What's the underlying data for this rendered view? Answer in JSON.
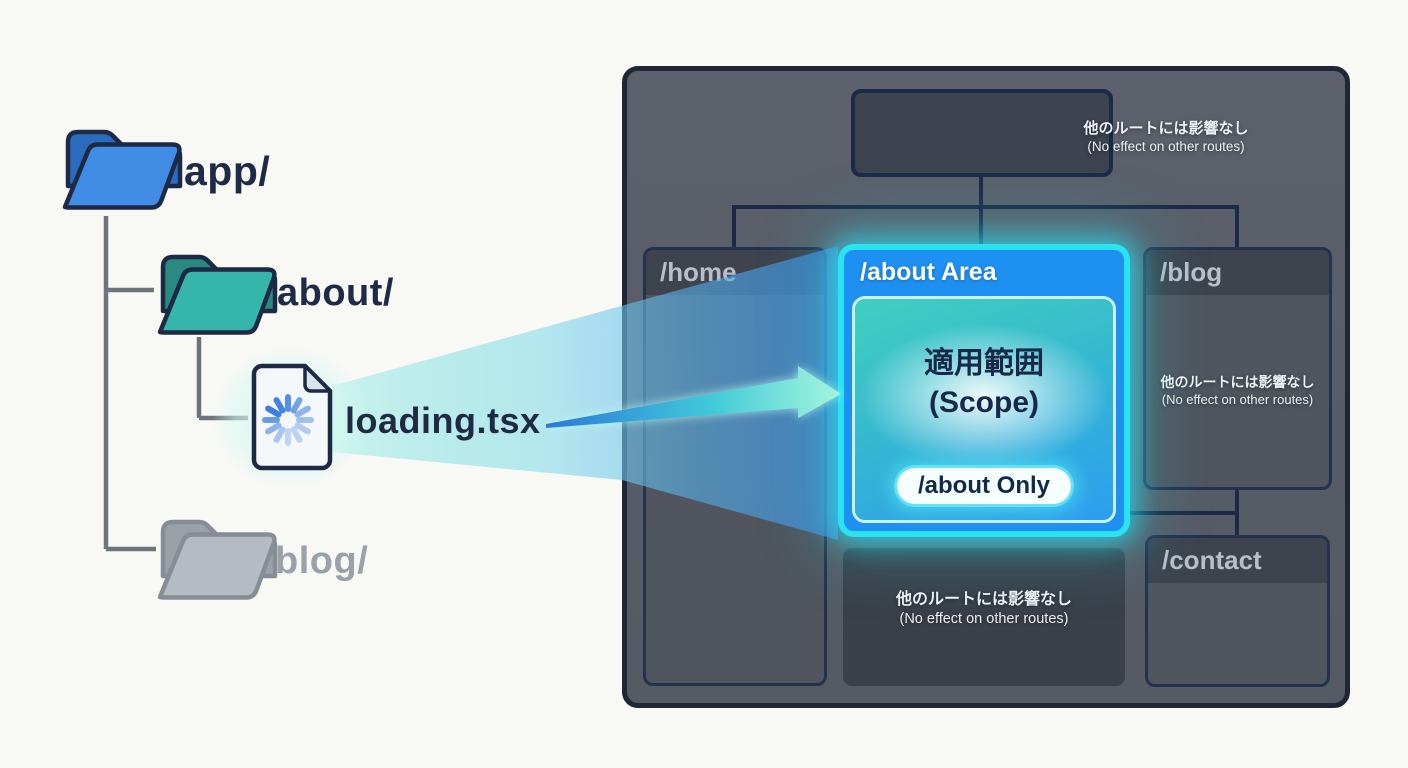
{
  "tree": {
    "app_label": "app/",
    "about_label": "about/",
    "loading_label": "loading.tsx",
    "blog_label": "blog/"
  },
  "panel": {
    "top_note_jp": "他のルートには影響なし",
    "top_note_en": "(No effect on other routes)",
    "home_label": "/home",
    "about_area_label": "/about Area",
    "scope_jp": "適用範囲",
    "scope_en": "(Scope)",
    "about_only_label": "/about Only",
    "blog_label": "/blog",
    "blog_note_jp": "他のルートには影響なし",
    "blog_note_en": "(No effect on other routes)",
    "below_about_note_jp": "他のルートには影響なし",
    "below_about_note_en": "(No effect on other routes)",
    "contact_label": "/contact"
  },
  "icons": {
    "app_folder": "blue-folder-icon",
    "about_folder": "teal-folder-icon",
    "blog_folder": "gray-folder-icon",
    "loading_file": "loading-spinner-file-icon",
    "beam": "highlight-beam",
    "arrow": "scope-arrow-icon"
  },
  "colors": {
    "highlight_border": "#29e2f2",
    "about_fill": "#1e90f2",
    "scope_teal": "#41cfc0",
    "panel_bg": "#5a5f68",
    "panel_border": "#1f2737",
    "folder_blue": "#418de6",
    "folder_teal": "#36b5aa",
    "folder_gray": "#b5bbc3",
    "label_navy": "#1f2b46"
  }
}
